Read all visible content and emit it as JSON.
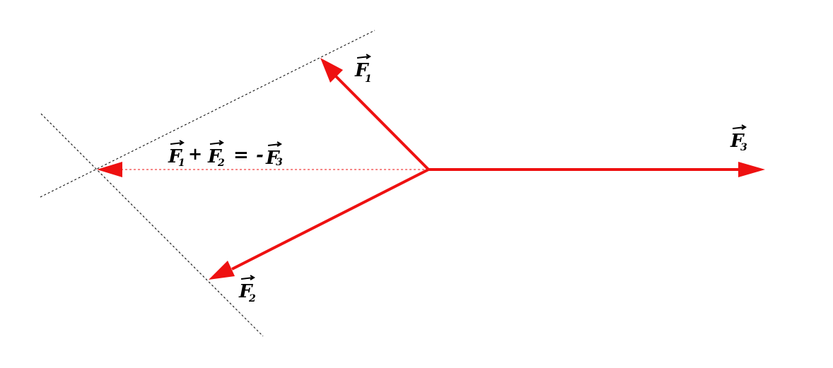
{
  "diagram": {
    "colors": {
      "force": "#ee1111",
      "resultant": "#ee1111",
      "construction": "#000000",
      "background": "#ffffff"
    },
    "labels": {
      "f1": {
        "base": "F",
        "sub": "1"
      },
      "f2": {
        "base": "F",
        "sub": "2"
      },
      "f3": {
        "base": "F",
        "sub": "3"
      },
      "equation": {
        "t1": {
          "base": "F",
          "sub": "1"
        },
        "plus": "+",
        "t2": {
          "base": "F",
          "sub": "2"
        },
        "eq": "=",
        "minus": "-",
        "t3": {
          "base": "F",
          "sub": "3"
        }
      }
    }
  }
}
